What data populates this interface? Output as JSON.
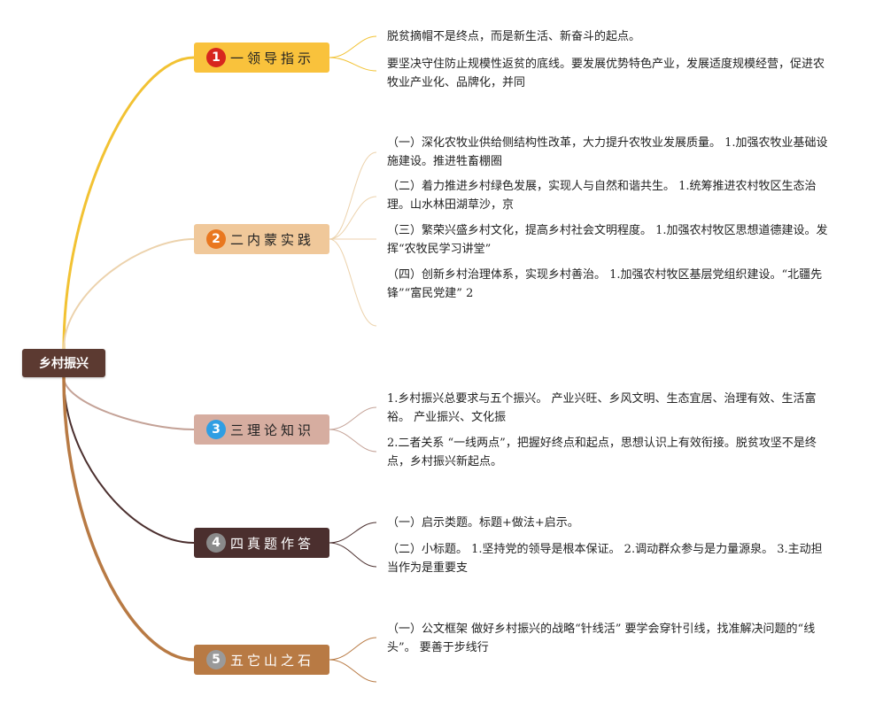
{
  "root": {
    "label": "乡村振兴",
    "color": "#5c3a31"
  },
  "branches": [
    {
      "number": "1",
      "label": "一领导指示",
      "bg": "#f9c23c",
      "text": "#222222",
      "badge_bg": "#d7261e",
      "badge_text": "#ffffff",
      "line": "#f2c233",
      "leaves": [
        "脱贫摘帽不是终点，而是新生活、新奋斗的起点。",
        "要坚决守住防止规模性返贫的底线。要发展优势特色产业，发展适度规模经营，促进农牧业产业化、品牌化，并同"
      ]
    },
    {
      "number": "2",
      "label": "二内蒙实践",
      "bg": "#f0c89a",
      "text": "#222222",
      "badge_bg": "#e9771f",
      "badge_text": "#ffffff",
      "line": "#ecd2ac",
      "leaves": [
        "（一）深化农牧业供给侧结构性改革，大力提升农牧业发展质量。 1.加强农牧业基础设施建设。推进牲畜棚圈",
        "（二）着力推进乡村绿色发展，实现人与自然和谐共生。 1.统筹推进农村牧区生态治理。山水林田湖草沙，京",
        "（三）繁荣兴盛乡村文化，提高乡村社会文明程度。 1.加强农村牧区思想道德建设。发挥“农牧民学习讲堂”",
        "（四）创新乡村治理体系，实现乡村善治。 1.加强农村牧区基层党组织建设。“北疆先锋”“富民党建” 2"
      ]
    },
    {
      "number": "3",
      "label": "三理论知识",
      "bg": "#d6ada0",
      "text": "#222222",
      "badge_bg": "#2f9ee3",
      "badge_text": "#ffffff",
      "line": "#c4a297",
      "leaves": [
        "1.乡村振兴总要求与五个振兴。 产业兴旺、乡风文明、生态宜居、治理有效、生活富裕。 产业振兴、文化振",
        "2.二者关系 “一线两点”，把握好终点和起点，思想认识上有效衔接。脱贫攻坚不是终点，乡村振兴新起点。"
      ]
    },
    {
      "number": "4",
      "label": "四真题作答",
      "bg": "#4b2f2e",
      "text": "#ffffff",
      "badge_bg": "#8a8a8a",
      "badge_text": "#ffffff",
      "line": "#4b2f2e",
      "leaves": [
        "（一）启示类题。标题+做法+启示。",
        "（二）小标题。 1.坚持党的领导是根本保证。 2.调动群众参与是力量源泉。 3.主动担当作为是重要支"
      ]
    },
    {
      "number": "5",
      "label": "五它山之石",
      "bg": "#b87a44",
      "text": "#ffffff",
      "badge_bg": "#9a9a9a",
      "badge_text": "#ffffff",
      "line": "#b87a44",
      "leaves": [
        "（一）公文框架 做好乡村振兴的战略“针线活” 要学会穿针引线，找准解决问题的“线头”。 要善于步线行"
      ]
    }
  ]
}
